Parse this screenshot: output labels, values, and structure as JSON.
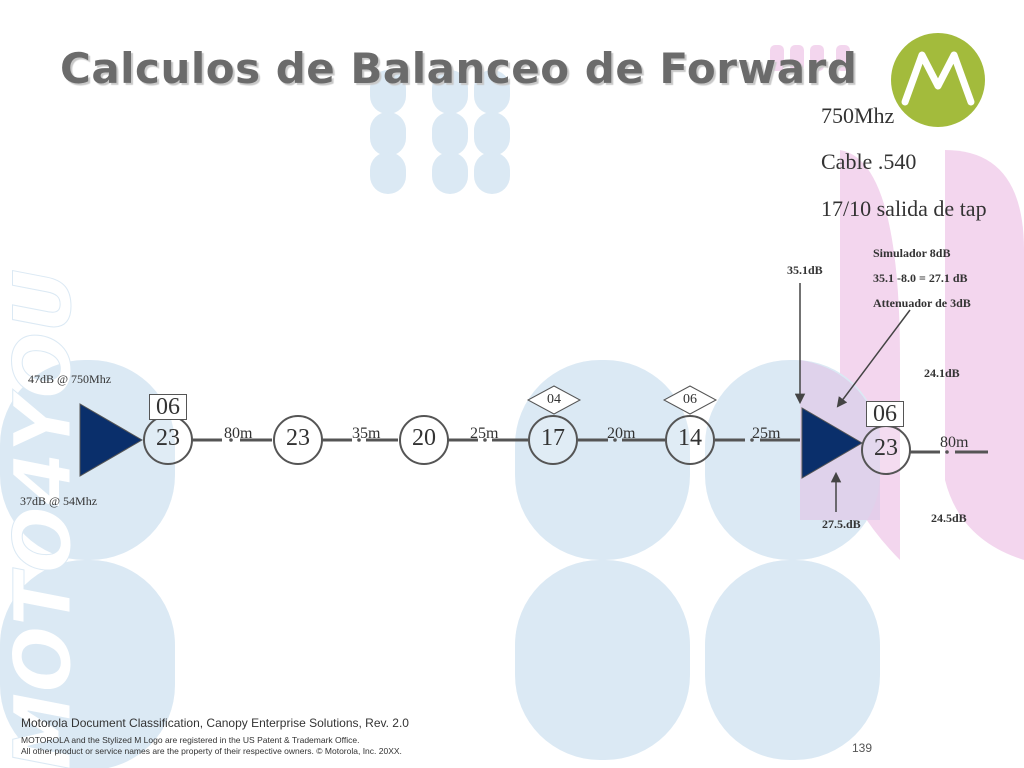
{
  "title": "Calculos de Balanceo de Forward",
  "watermark": "MOTO4YOU",
  "colors": {
    "amp": "#0a2f6b",
    "line": "#555555",
    "bg_blue": "#dbe9f4",
    "bg_pink": "#f3d6ee",
    "logo": "#a3bb3c"
  },
  "info": {
    "freq": "750Mhz",
    "cable": "Cable .540",
    "tap_out": "17/10 salida de tap"
  },
  "input_levels": {
    "high": "47dB @ 750Mhz",
    "low": "37dB @ 54Mhz"
  },
  "amp1": {
    "box": "06"
  },
  "taps": [
    "23",
    "23",
    "20",
    "17",
    "14"
  ],
  "tap_diamonds": {
    "t17": "04",
    "t14": "06"
  },
  "distances": [
    "80m",
    "35m",
    "25m",
    "20m",
    "25m",
    "80m"
  ],
  "amp2": {
    "box": "06",
    "tap": "23",
    "input_label": "35.1dB",
    "sim_label": "Simulador 8dB",
    "calc_label": "35.1 -8.0 = 27.1 dB",
    "atten_label": "Attenuador de 3dB",
    "out_high": "24.1dB",
    "out_low": "24.5dB",
    "in_low": "27.5.dB"
  },
  "footer": {
    "classification": "Motorola Document Classification, Canopy Enterprise Solutions, Rev. 2.0",
    "trademark1": "MOTOROLA and the Stylized M Logo are registered in the US Patent & Trademark Office.",
    "trademark2": "All other product or service names are the property of their respective owners. © Motorola, Inc. 20XX.",
    "page": "139"
  }
}
